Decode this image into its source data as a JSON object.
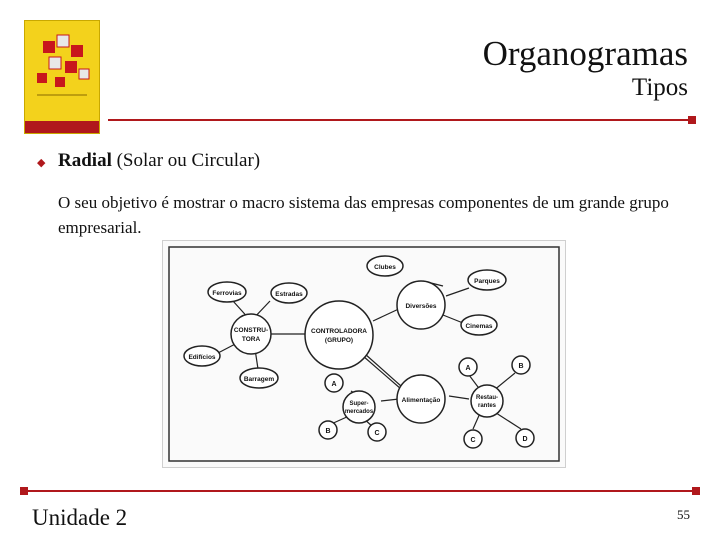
{
  "slide": {
    "title": "Organogramas",
    "subtitle": "Tipos",
    "bullet_bold": "Radial",
    "bullet_rest": " (Solar ou Circular)",
    "body": "O seu objetivo é mostrar o macro sistema das empresas componentes de um grande grupo empresarial.",
    "footer_unit": "Unidade 2",
    "page_number": "55"
  },
  "diagram": {
    "nodes": {
      "controladora_1": "CONTROLADORA",
      "controladora_2": "(GRUPO)",
      "construtora_1": "CONSTRU-",
      "construtora_2": "TORA",
      "diversoes": "Diversões",
      "alimentacao": "Alimentação",
      "ferrovias": "Ferrovias",
      "estradas": "Estradas",
      "edificios": "Edifícios",
      "barragem": "Barragem",
      "clubes": "Clubes",
      "parques": "Parques",
      "cinemas": "Cinemas",
      "restaurantes_1": "Restau-",
      "restaurantes_2": "rantes",
      "supermercados_1": "Super-",
      "supermercados_2": "mercados",
      "rest_a": "A",
      "rest_b": "B",
      "rest_c": "C",
      "rest_d": "D",
      "super_a": "A",
      "super_b": "B",
      "super_c": "C"
    }
  },
  "colors": {
    "accent": "#b0181c",
    "cover": "#f3d21c"
  }
}
